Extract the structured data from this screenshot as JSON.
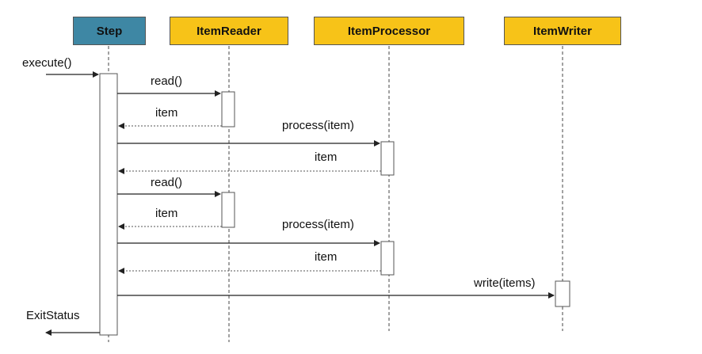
{
  "participants": [
    {
      "id": "step",
      "label": "Step",
      "color": "#3e87a4"
    },
    {
      "id": "reader",
      "label": "ItemReader",
      "color": "#f7c318"
    },
    {
      "id": "processor",
      "label": "ItemProcessor",
      "color": "#f7c318"
    },
    {
      "id": "writer",
      "label": "ItemWriter",
      "color": "#f7c318"
    }
  ],
  "messages": [
    {
      "label": "execute()",
      "kind": "call",
      "from": "external",
      "to": "step"
    },
    {
      "label": "read()",
      "kind": "call",
      "from": "step",
      "to": "reader"
    },
    {
      "label": "item",
      "kind": "return",
      "from": "reader",
      "to": "step"
    },
    {
      "label": "process(item)",
      "kind": "call",
      "from": "step",
      "to": "processor"
    },
    {
      "label": "item",
      "kind": "return",
      "from": "processor",
      "to": "step"
    },
    {
      "label": "read()",
      "kind": "call",
      "from": "step",
      "to": "reader"
    },
    {
      "label": "item",
      "kind": "return",
      "from": "reader",
      "to": "step"
    },
    {
      "label": "process(item)",
      "kind": "call",
      "from": "step",
      "to": "processor"
    },
    {
      "label": "item",
      "kind": "return",
      "from": "processor",
      "to": "step"
    },
    {
      "label": "write(items)",
      "kind": "call",
      "from": "step",
      "to": "writer"
    },
    {
      "label": "ExitStatus",
      "kind": "return",
      "from": "step",
      "to": "external"
    }
  ]
}
